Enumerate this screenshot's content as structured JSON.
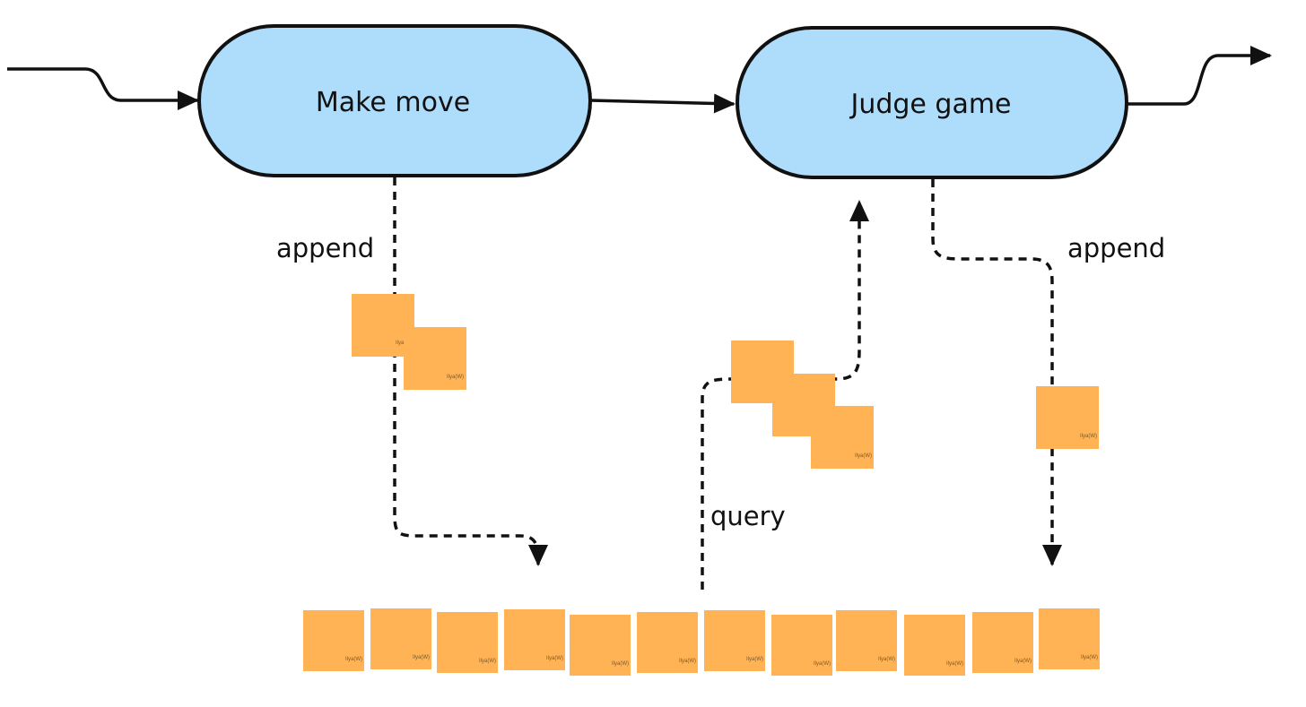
{
  "diagram": {
    "colors": {
      "process_fill": "#aedcfb",
      "process_stroke": "#111111",
      "note_fill": "#ffb354",
      "edge": "#111111"
    },
    "nodes": {
      "make_move": {
        "label": "Make move"
      },
      "judge_game": {
        "label": "Judge game"
      }
    },
    "edge_labels": {
      "append_left": "append",
      "append_right": "append",
      "query": "query"
    },
    "sticky_note_author": "Ilya(W)"
  }
}
